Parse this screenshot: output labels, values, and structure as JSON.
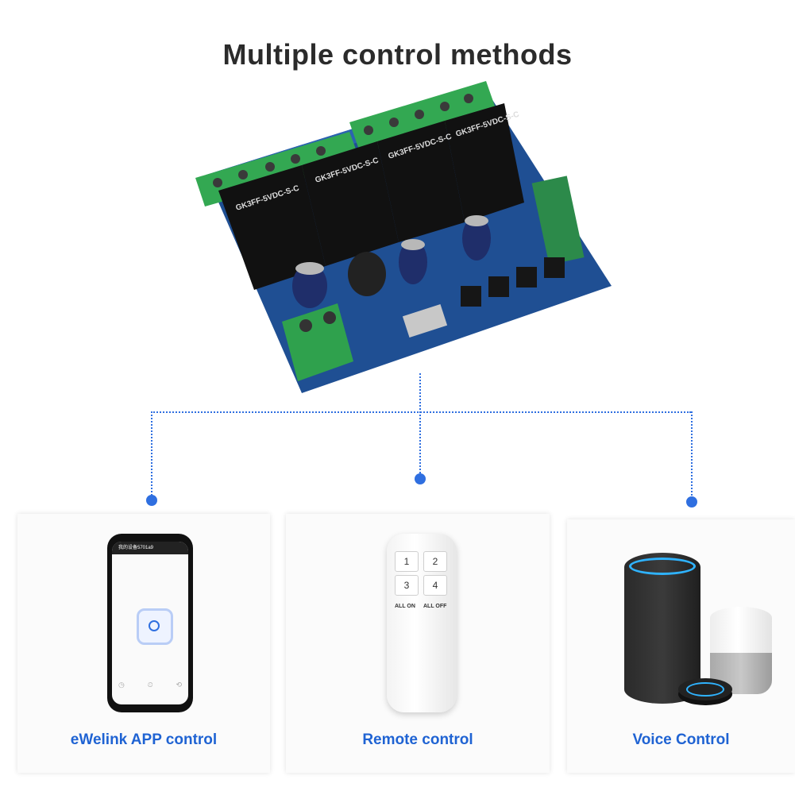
{
  "header": {
    "title": "Multiple control methods"
  },
  "board": {
    "relay_marking": "GK3FF-5VDC-S-C"
  },
  "cards": [
    {
      "label": "eWelink APP control"
    },
    {
      "label": "Remote control"
    },
    {
      "label": "Voice Control"
    }
  ],
  "phone": {
    "screen_title": "我的设备5701a9"
  },
  "remote": {
    "keys": [
      "1",
      "2",
      "3",
      "4"
    ],
    "all_on": "ALL ON",
    "all_off": "ALL OFF"
  },
  "colors": {
    "accent": "#2f6fe0",
    "label": "#1f63d3",
    "title": "#2b2b2b"
  }
}
